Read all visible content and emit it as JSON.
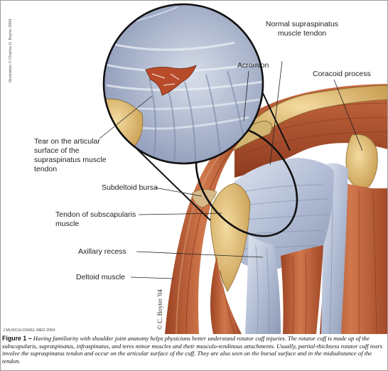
{
  "labels": {
    "normal_supraspinatus": "Normal supraspinatus\nmuscle tendon",
    "acromion": "Acromion",
    "coracoid": "Coracoid process",
    "tear": "Tear on the articular\nsurface of the\nsupraspinatus muscle\ntendon",
    "subdeltoid": "Subdeltoid bursa",
    "subscapularis": "Tendon of subscapularis\nmuscle",
    "axillary": "Axillary recess",
    "deltoid": "Deltoid muscle"
  },
  "credit_side": "Illustration © Charles H. Boyter 2004",
  "signature": "© C. Boyter '04",
  "journal": "J MUSCULOSKEL MED 2004",
  "caption": {
    "label": "Figure 1 –",
    "text": "Having familiarity with shoulder joint anatomy helps physicians better understand rotator cuff injuries. The rotator cuff is made up of the subscapularis, supraspinatus, infraspinatus, and teres minor muscles and their musculo-tendinous attachments. Usually, partial-thickness rotator cuff tears involve the supraspinatus tendon and occur on the articular surface of the cuff. They are also seen on the bursal surface and in the midsubstance of the tendon."
  },
  "colors": {
    "muscle": "#c0623c",
    "muscle_dark": "#8f3d22",
    "tendon": "#b9c3d8",
    "bone": "#e2c27c",
    "outline": "#111111"
  }
}
